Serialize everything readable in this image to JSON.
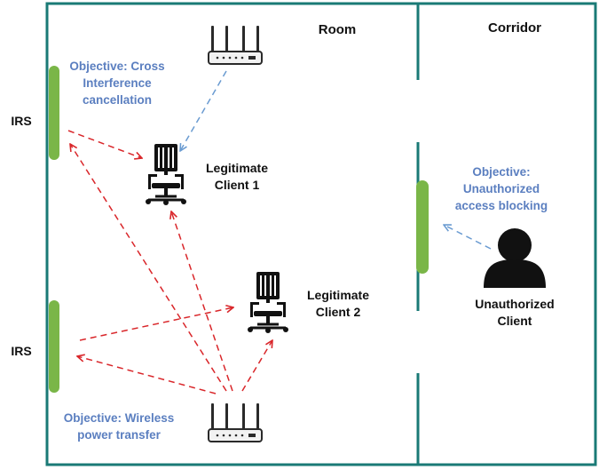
{
  "areas": {
    "room": "Room",
    "corridor": "Corridor"
  },
  "irs_labels": {
    "top": "IRS",
    "bottom": "IRS"
  },
  "clients": {
    "legit1": "Legitimate\nClient 1",
    "legit2": "Legitimate\nClient 2",
    "unauth": "Unauthorized\nClient"
  },
  "objectives": {
    "cross": "Objective: Cross\nInterference\ncancellation",
    "blocking": "Objective:\nUnauthorized\naccess blocking",
    "power": "Objective: Wireless\npower transfer"
  },
  "colors": {
    "wall": "#1a7a76",
    "irs": "#7ab648",
    "red_link": "#d9262a",
    "blue_link": "#6a9bd1",
    "objective_text": "#5b7fc0"
  }
}
